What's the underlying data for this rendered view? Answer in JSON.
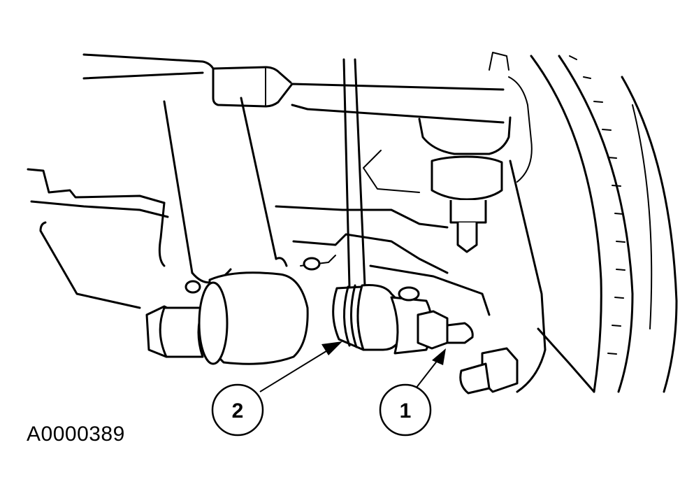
{
  "figure": {
    "id_label": "A0000389",
    "callouts": [
      {
        "number": "1"
      },
      {
        "number": "2"
      }
    ]
  }
}
